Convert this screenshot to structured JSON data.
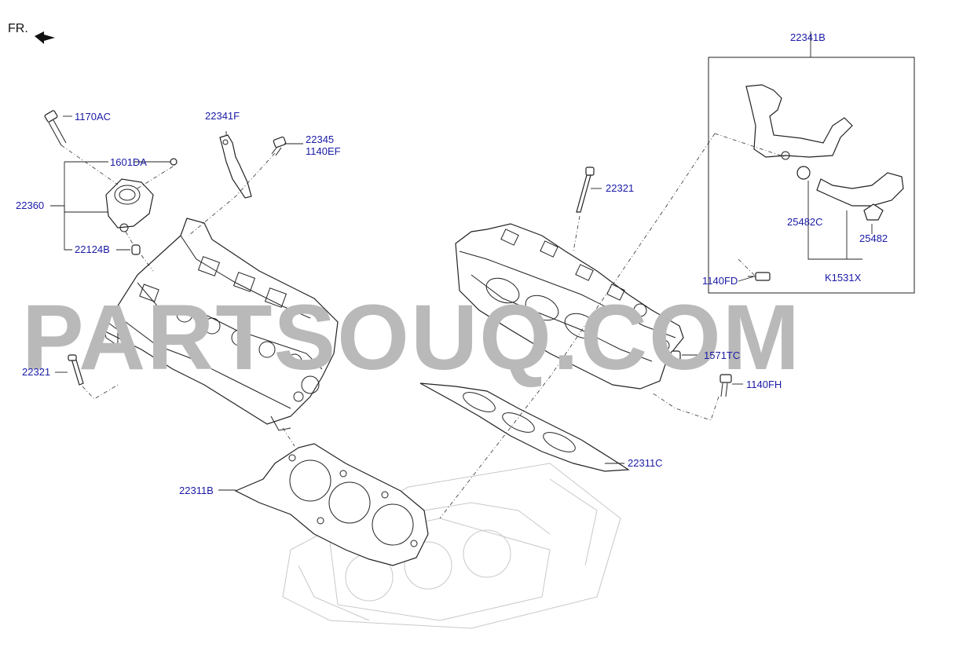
{
  "orientation_label": "FR.",
  "watermark": "PARTSOUQ.COM",
  "callouts": {
    "c1170AC": "1170AC",
    "c1601DA": "1601DA",
    "c22360": "22360",
    "c22124B": "22124B",
    "c22341F": "22341F",
    "c22345": "22345",
    "c1140EF": "1140EF",
    "c22321_left": "22321",
    "c22311B": "22311B",
    "c22321_right": "22321",
    "c22341B": "22341B",
    "c25482C": "25482C",
    "c25482": "25482",
    "c1140FD": "1140FD",
    "cK1531X": "K1531X",
    "c1571TC": "1571TC",
    "c1140FH": "1140FH",
    "c22311C": "22311C"
  },
  "colors": {
    "callout_text": "#1a1aa6",
    "watermark": "#b9b9b9",
    "line_art": "#222222",
    "engine_block_ghost": "#c8c8c8"
  }
}
